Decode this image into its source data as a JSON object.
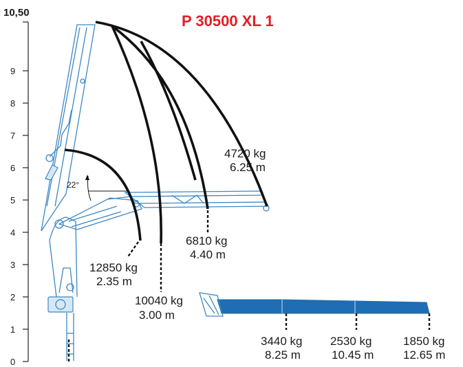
{
  "title": "P 30500 XL 1",
  "colors": {
    "title": "#e31e24",
    "crane": "#3b87c4",
    "jib": "#1f6db3",
    "curve": "#111111"
  },
  "height_axis": {
    "top_label": "10,50",
    "ticks": [
      "0",
      "1",
      "2",
      "3",
      "4",
      "5",
      "6",
      "7",
      "8",
      "9"
    ]
  },
  "angle_label": "22°",
  "loads": [
    {
      "weight": "4720 kg",
      "reach": "6.25 m"
    },
    {
      "weight": "6810 kg",
      "reach": "4.40 m"
    },
    {
      "weight": "12850 kg",
      "reach": "2.35 m"
    },
    {
      "weight": "10040 kg",
      "reach": "3.00 m"
    },
    {
      "weight": "3440 kg",
      "reach": "8.25 m"
    },
    {
      "weight": "2530 kg",
      "reach": "10.45 m"
    },
    {
      "weight": "1850 kg",
      "reach": "12.65 m"
    }
  ]
}
